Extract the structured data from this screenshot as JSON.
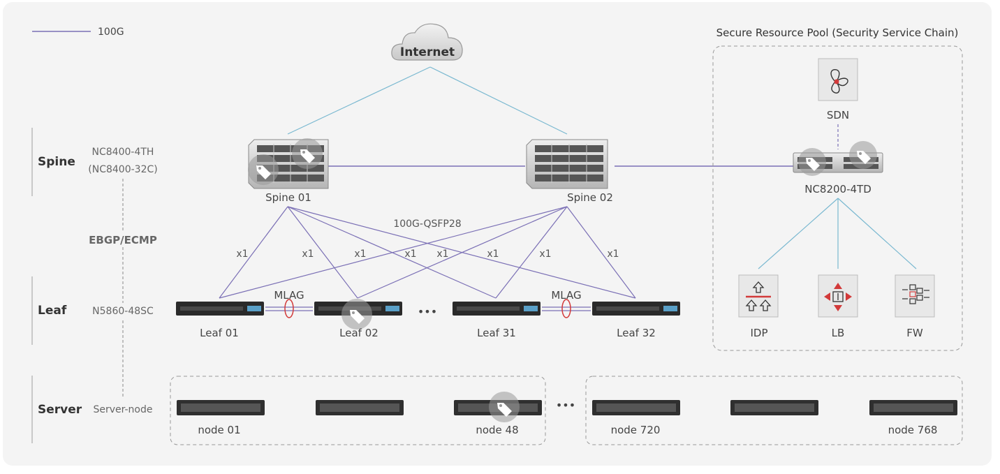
{
  "legend": {
    "line_label": "100G"
  },
  "internet": {
    "label": "Internet"
  },
  "layers": {
    "spine": {
      "title": "Spine",
      "model_line1": "NC8400-4TH",
      "model_line2": "(NC8400-32C)"
    },
    "protocol": "EBGP/ECMP",
    "leaf": {
      "title": "Leaf",
      "model": "N5860-48SC"
    },
    "server": {
      "title": "Server",
      "model": "Server-node"
    }
  },
  "spines": [
    "Spine 01",
    "Spine 02"
  ],
  "link_label": "100G-QSFP28",
  "link_multiplier": "x1",
  "mlag": "MLAG",
  "leaves": [
    "Leaf 01",
    "Leaf 02",
    "Leaf 31",
    "Leaf 32"
  ],
  "nodes": [
    "node 01",
    "node 48",
    "node 720",
    "node 768"
  ],
  "ellipsis": "•••",
  "pool": {
    "title": "Secure Resource Pool (Security Service Chain)",
    "sdn": "SDN",
    "switch": "NC8200-4TD",
    "services": [
      "IDP",
      "LB",
      "FW"
    ]
  },
  "colors": {
    "uplink": "#79b8d0",
    "fabric": "#7a6fb5",
    "text": "#555555",
    "accent": "#d23a3a"
  }
}
